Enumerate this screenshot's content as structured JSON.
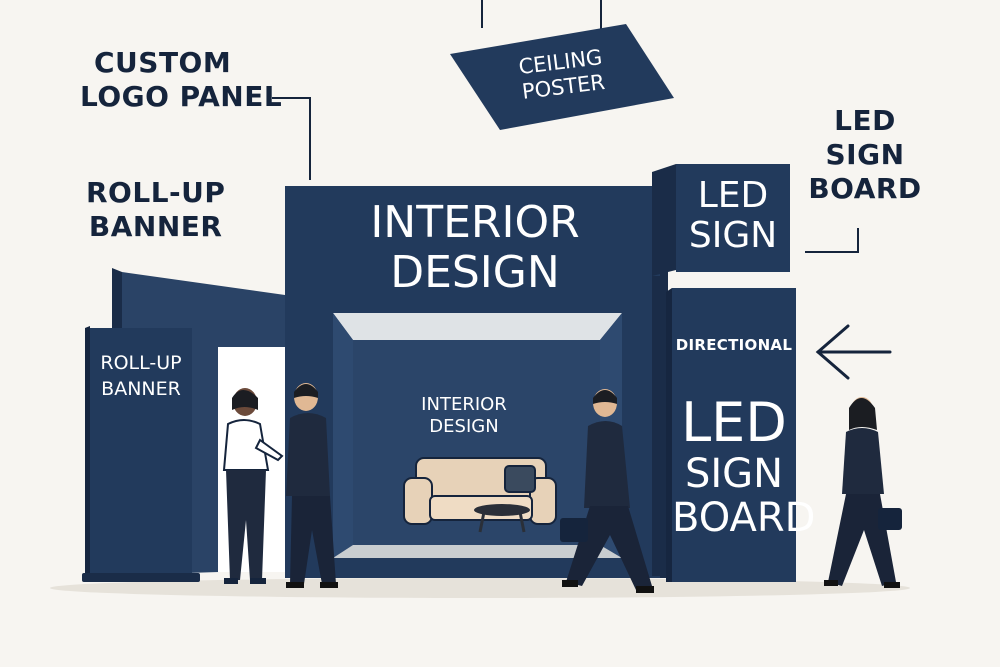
{
  "callouts": {
    "custom_logo_panel": [
      "CUSTOM",
      "LOGO PANEL"
    ],
    "roll_up_banner": [
      "ROLL-UP",
      "BANNER"
    ],
    "led_sign_board": [
      "LED",
      "SIGN",
      "BOARD"
    ]
  },
  "ceiling_poster": [
    "CEILING",
    "POSTER"
  ],
  "header_panel": [
    "INTERIOR",
    "DESIGN"
  ],
  "back_wall": [
    "INTERIOR",
    "DESIGN"
  ],
  "roll_up_stand": [
    "ROLL-UP",
    "BANNER"
  ],
  "led_top_sign": [
    "LED",
    "SIGN"
  ],
  "directional_sign": {
    "label": "DIRECTIONAL",
    "main": [
      "LED",
      "SIGN",
      "BOARD"
    ]
  },
  "colors": {
    "navy": "#223a5c",
    "navy_dark": "#1a2c48",
    "ink": "#15243c",
    "background": "#f7f5f1",
    "sofa": "#e7d2b8"
  }
}
